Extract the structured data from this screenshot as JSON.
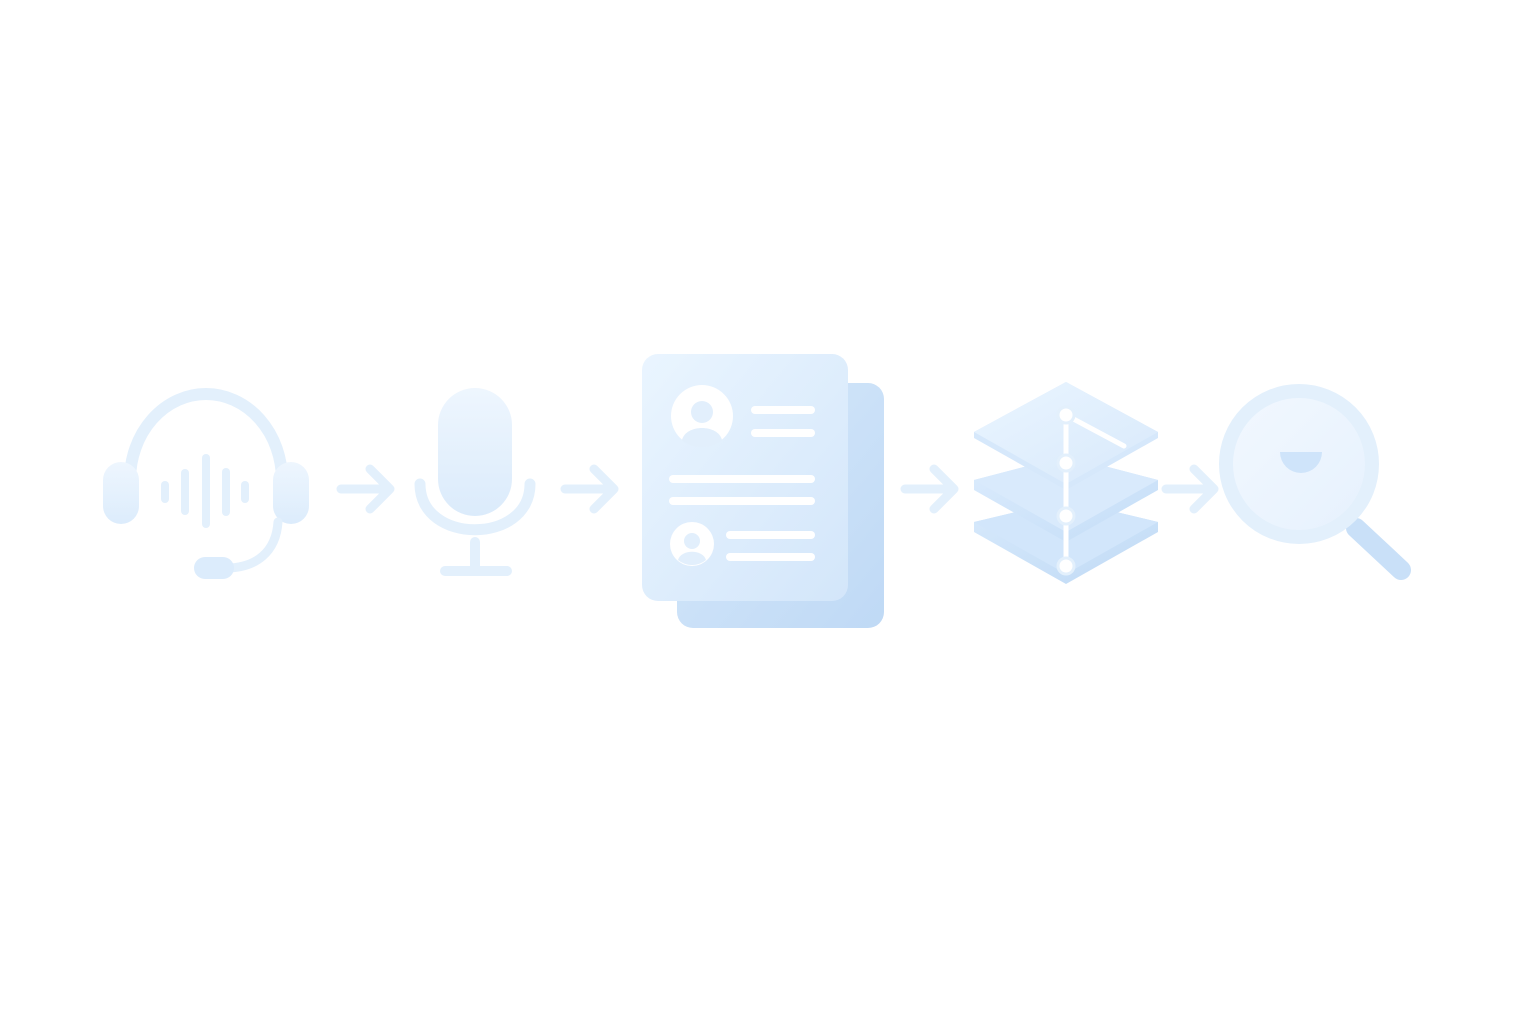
{
  "diagram": {
    "type": "flow",
    "steps": [
      {
        "id": "headset",
        "icon": "headset-audio-icon"
      },
      {
        "id": "microphone",
        "icon": "microphone-icon"
      },
      {
        "id": "document",
        "icon": "transcript-document-icon"
      },
      {
        "id": "layers",
        "icon": "layered-data-icon"
      },
      {
        "id": "search",
        "icon": "search-magnifier-icon"
      }
    ],
    "connectors": [
      {
        "from": "headset",
        "to": "microphone",
        "icon": "arrow-right-icon"
      },
      {
        "from": "microphone",
        "to": "document",
        "icon": "arrow-right-icon"
      },
      {
        "from": "document",
        "to": "layers",
        "icon": "arrow-right-icon"
      },
      {
        "from": "layers",
        "to": "search",
        "icon": "arrow-right-icon"
      }
    ]
  },
  "colors": {
    "background": "#ffffff",
    "stroke_light": "#e3f0fc",
    "fill_light": "#eaf4fe",
    "fill_mid": "#d6e8fb",
    "fill_deep": "#c2dcf6",
    "accent": "#b8d6f5"
  }
}
